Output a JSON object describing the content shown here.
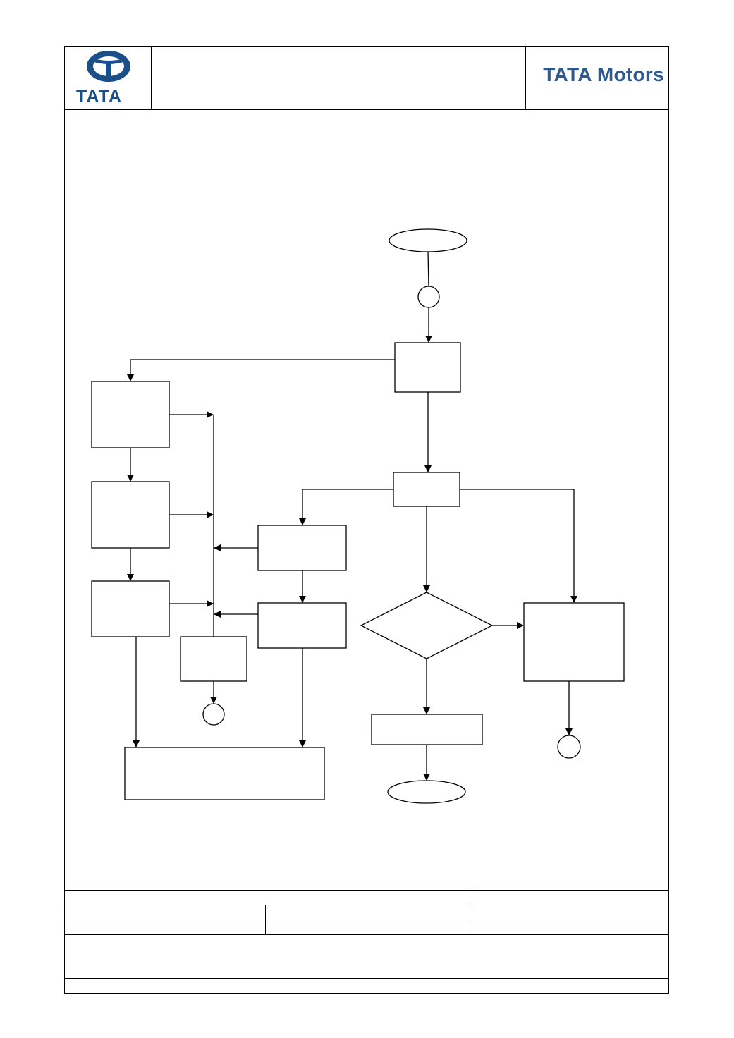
{
  "header": {
    "brand_name": "TATA Motors",
    "logo_wordmark": "TATA",
    "logo_icon": "tata-emblem-icon",
    "brand_color": "#2f5a8f"
  },
  "flowchart": {
    "shapes": [
      "start-terminator",
      "connector",
      "process",
      "decision",
      "end-terminator"
    ],
    "line_color": "#000000"
  }
}
